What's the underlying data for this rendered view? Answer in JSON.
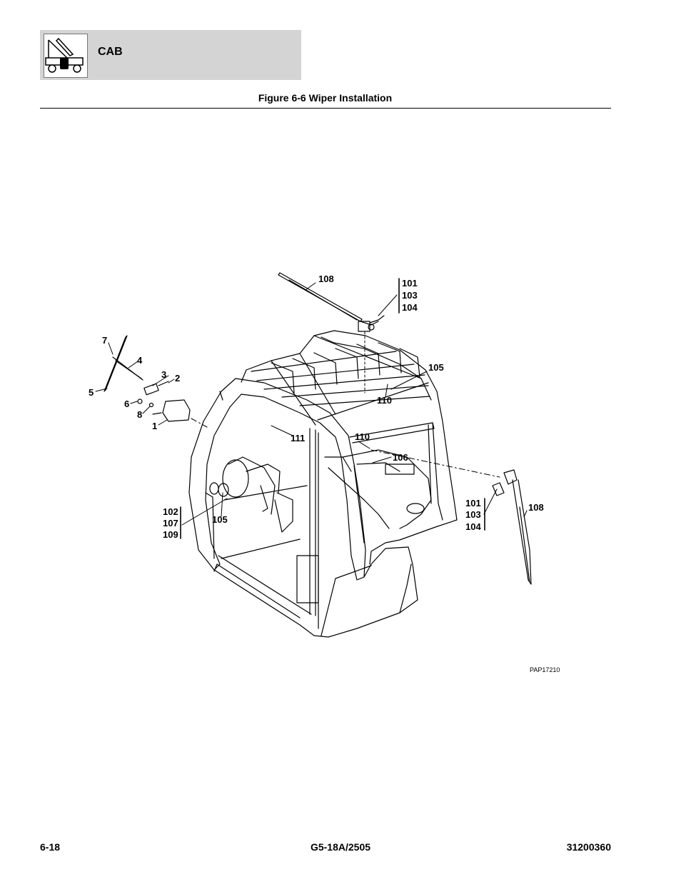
{
  "header": {
    "section_title": "CAB",
    "logo_icon": "telehandler-icon"
  },
  "figure": {
    "title": "Figure 6-6 Wiper Installation",
    "drawing_ref": "PAP17210",
    "callouts": {
      "c7": "7",
      "c4": "4",
      "c3": "3",
      "c2": "2",
      "c5": "5",
      "c6": "6",
      "c8": "8",
      "c1": "1",
      "top_108": "108",
      "top_101": "101",
      "top_103": "103",
      "top_104": "104",
      "top_105": "105",
      "top_110": "110",
      "mid_111": "111",
      "mid_110": "110",
      "mid_106": "106",
      "left_102": "102",
      "left_107": "107",
      "left_109": "109",
      "left_105": "105",
      "right_101": "101",
      "right_103": "103",
      "right_104": "104",
      "right_108": "108"
    }
  },
  "footer": {
    "page_number": "6-18",
    "model": "G5-18A/2505",
    "manual_number": "31200360"
  }
}
